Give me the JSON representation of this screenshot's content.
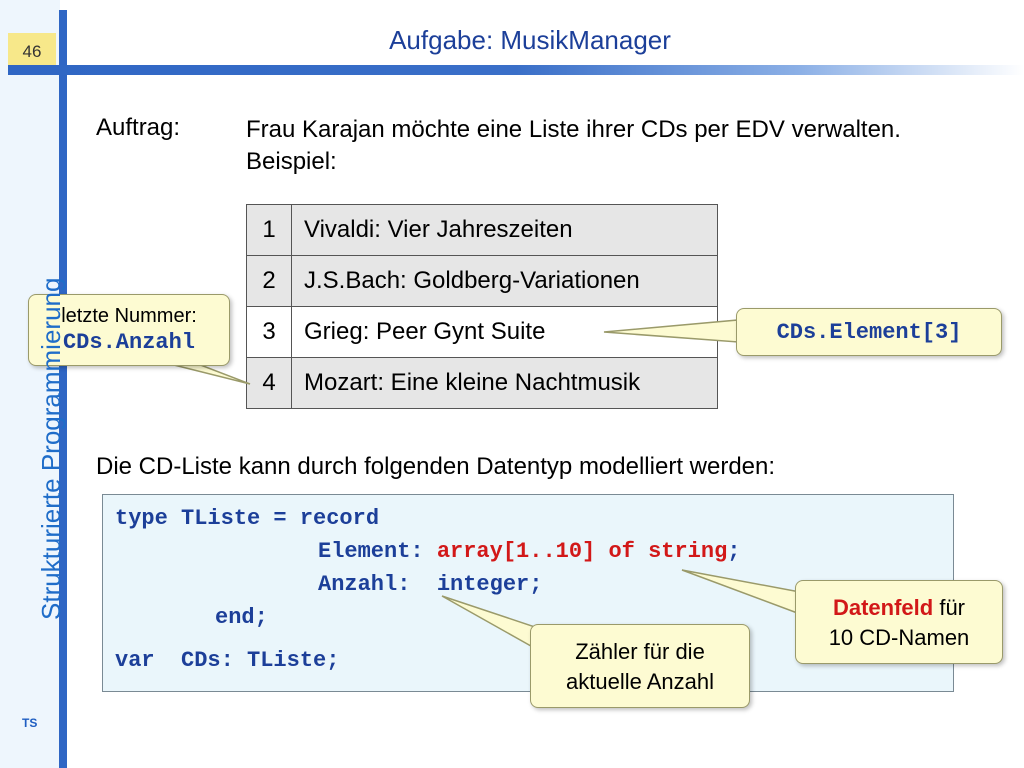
{
  "slide": {
    "number": "46",
    "title": "Aufgabe: MusikManager",
    "side_label": "Strukturierte Programmierung",
    "footer": "TS"
  },
  "task": {
    "label": "Auftrag:",
    "text": "Frau Karajan möchte eine Liste ihrer CDs per EDV verwalten. Beispiel:"
  },
  "cd_table": {
    "rows": [
      {
        "num": "1",
        "title": "Vivaldi: Vier Jahreszeiten"
      },
      {
        "num": "2",
        "title": "J.S.Bach: Goldberg-Variationen"
      },
      {
        "num": "3",
        "title": "Grieg: Peer Gynt Suite"
      },
      {
        "num": "4",
        "title": "Mozart: Eine kleine Nachtmusik"
      }
    ]
  },
  "description": "Die CD-Liste kann durch folgenden Datentyp modelliert werden:",
  "code": {
    "line1": "type TListe = record",
    "line2_a": "Element: ",
    "line2_b": "array[1..10] of string",
    "line2_c": ";",
    "line3": "Anzahl:  integer;",
    "line4": "end;",
    "line5": "var  CDs: TListe;"
  },
  "callouts": {
    "last_number_label": "letzte Nummer:",
    "last_number_code": "CDs.Anzahl",
    "element_code": "CDs.Element[3]",
    "datenfeld_bold": "Datenfeld",
    "datenfeld_rest": " für",
    "datenfeld_line2": "10 CD-Namen",
    "counter_line1": "Zähler für die",
    "counter_line2": "aktuelle Anzahl"
  },
  "colors": {
    "accent_blue": "#2f66c4",
    "title_blue": "#1c3f99",
    "keyword_red": "#d21818",
    "callout_fill": "#fdfbd2",
    "code_fill": "#eaf6fb"
  }
}
